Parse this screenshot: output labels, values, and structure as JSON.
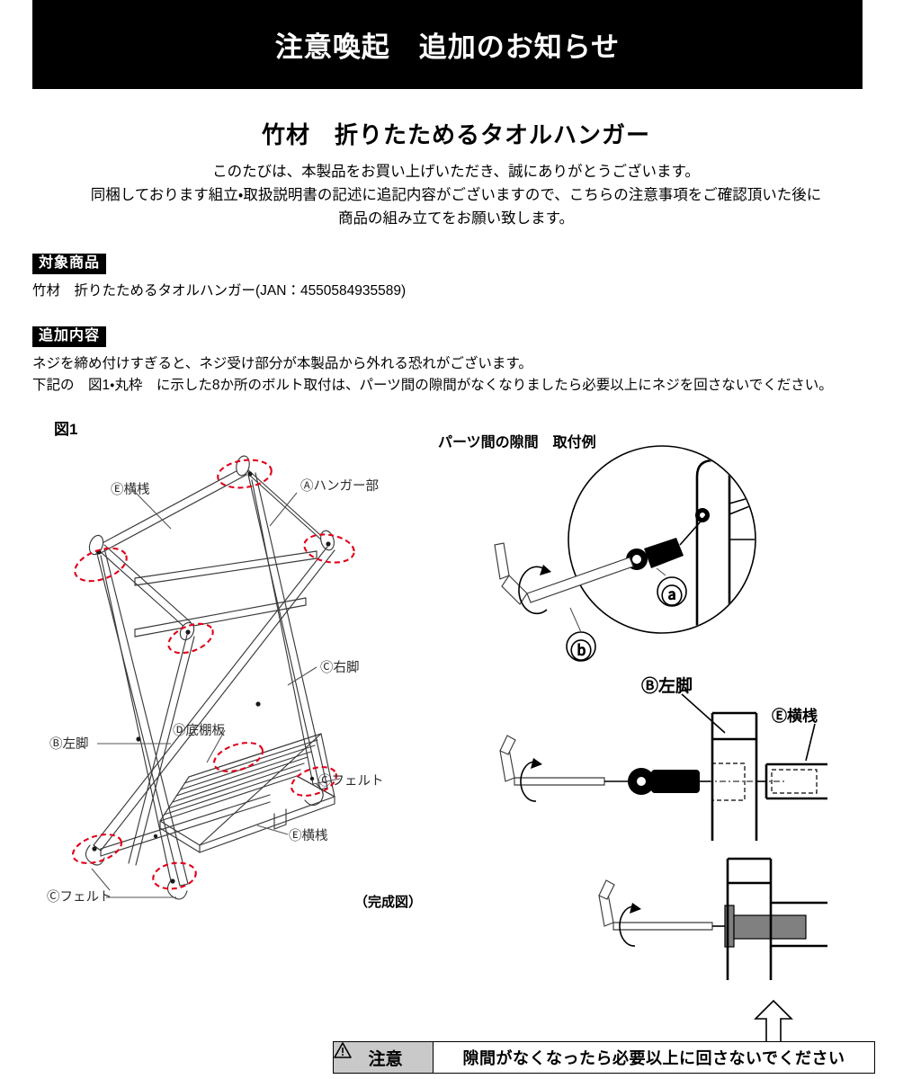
{
  "header": {
    "title": "注意喚起　追加のお知らせ"
  },
  "product": {
    "title": "竹材　折りたためるタオルハンガー"
  },
  "greeting": {
    "line1": "このたびは、本製品をお買い上げいただき、誠にありがとうございます。",
    "line2": "同梱しております組立・取扱説明書の記述に追記内容がございますので、こちらの注意事項をご確認頂いた後に",
    "line3": "商品の組み立てをお願い致します。"
  },
  "target_section": {
    "label": "対象商品",
    "text": "竹材　折りたためるタオルハンガー(JAN：4550584935589)"
  },
  "added_section": {
    "label": "追加内容",
    "line1": "ネジを締め付けすぎると、ネジ受け部分が本製品から外れる恐れがございます。",
    "line2": "下記の　図1・丸枠　に示した8か所のボルト取付は、パーツ間の隙間がなくなりましたら必要以上にネジを回さないでください。"
  },
  "figure1": {
    "caption": "図1",
    "footnote": "（完成図）",
    "labels": {
      "e_top": "Ⓔ横桟",
      "a_hanger": "Ⓐハンガー部",
      "c_right_leg": "Ⓒ右脚",
      "b_left_leg": "Ⓑ左脚",
      "d_shelf": "Ⓓ底棚板",
      "c_felt_right": "Ⓒフェルト",
      "e_bottom": "Ⓔ横桟",
      "c_felt_left": "Ⓒフェルト"
    }
  },
  "figure2": {
    "caption": "パーツ間の隙間　取付例",
    "labels": {
      "callout_a": "ⓐ",
      "callout_b": "ⓑ",
      "b_left_leg": "Ⓑ左脚",
      "e_rail": "Ⓔ横桟"
    }
  },
  "footer": {
    "tag_icon": "warning-triangle-icon",
    "tag_label": "注意",
    "message": "隙間がなくなったら必要以上に回さないでください"
  },
  "colors": {
    "header_bg": "#000000",
    "header_text": "#ffffff",
    "chip_bg": "#000000",
    "accent_red": "#e2001a",
    "footer_tag_bg": "#c9c9c9",
    "drawing_line": "#3a3a3a"
  }
}
